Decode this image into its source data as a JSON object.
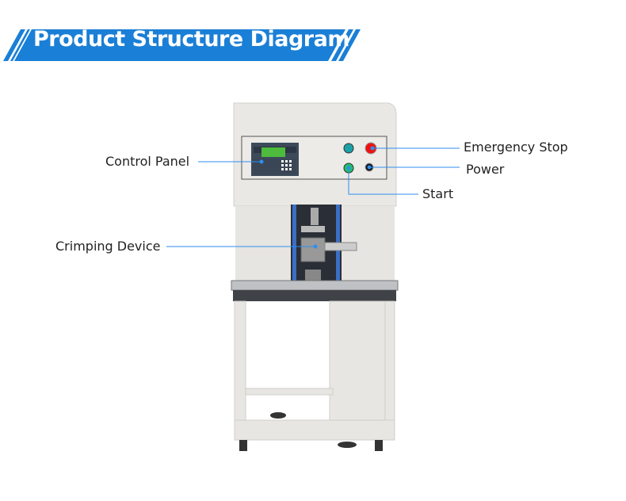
{
  "title": "Product Structure Diagram",
  "labels": {
    "control_panel": "Control Panel",
    "crimping_device": "Crimping Device",
    "emergency_stop": "Emergency Stop",
    "power": "Power",
    "start": "Start"
  },
  "colors": {
    "accent": "#1a7fd6",
    "leader": "#2f8ef0"
  }
}
